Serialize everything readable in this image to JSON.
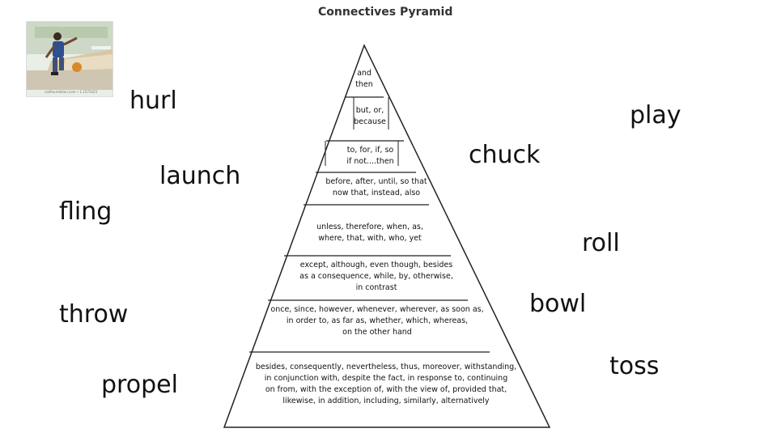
{
  "photo": {
    "caption": "cadfoundation.com • 1.1575025",
    "description_icon": "bowling-photo"
  },
  "title": "Connectives Pyramid",
  "words": {
    "hurl": "hurl",
    "launch": "launch",
    "fling": "fling",
    "throw": "throw",
    "propel": "propel",
    "play": "play",
    "chuck": "chuck",
    "roll": "roll",
    "bowl": "bowl",
    "toss": "toss"
  },
  "tiers": [
    {
      "lines": [
        "and",
        "then"
      ]
    },
    {
      "lines": [
        "but, or,",
        "because"
      ]
    },
    {
      "lines": [
        "to, for, if, so",
        "if not....then"
      ]
    },
    {
      "lines": [
        "before, after, until, so that",
        "now that, instead, also"
      ]
    },
    {
      "lines": [
        "unless, therefore, when, as,",
        "where, that, with, who, yet"
      ]
    },
    {
      "lines": [
        "except, although, even though, besides",
        "as a consequence, while, by, otherwise,",
        "in contrast"
      ]
    },
    {
      "lines": [
        "once, since, however, whenever, wherever, as soon as,",
        "in order to, as far as, whether, which, whereas,",
        "on the other hand"
      ]
    },
    {
      "lines": [
        "besides, consequently, nevertheless, thus, moreover, withstanding,",
        "in conjunction with, despite the fact, in response to, continuing",
        "on from, with the exception of, with the view of, provided that,",
        "likewise, in addition, including, similarly, alternatively"
      ]
    }
  ]
}
